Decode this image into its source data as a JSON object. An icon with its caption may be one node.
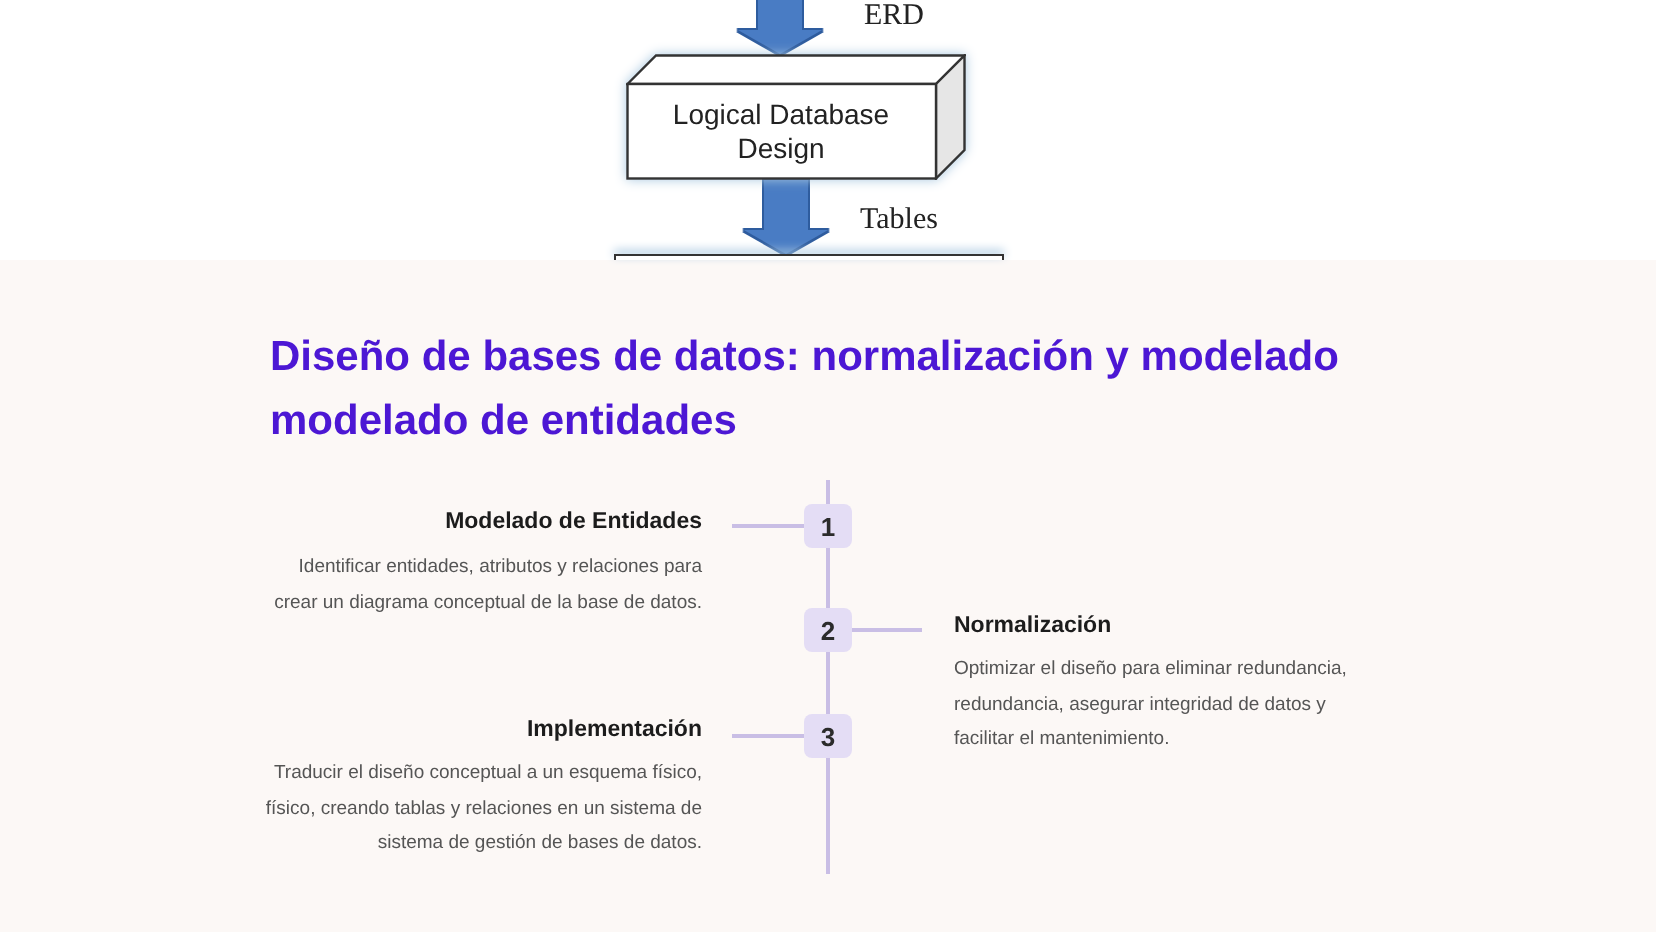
{
  "diagram": {
    "title": "Diseño de bases de datos: normalización y modelado modelado de entidades",
    "nodes": [
      {
        "text": [
          "Logical Database Design"
        ]
      },
      {
        "text": [],
        "shape": "box"
      },
      {
        "text": [
          "Modelado de Entidades",
          "Identificar entidades, atributos y relaciones para crear un diagrama conceptual de la base de datos."
        ]
      },
      {
        "text": [
          "1"
        ]
      },
      {
        "text": [
          "2"
        ]
      },
      {
        "text": [
          "Normalización",
          "Optimizar el diseño para eliminar redundancia, redundancia, asegurar integridad de datos y facilitar el mantenimiento."
        ]
      },
      {
        "text": [
          "Implementación",
          "Traducir el diseño conceptual a un esquema físico, físico, creando tablas y relaciones en un sistema de sistema de gestión de bases de datos."
        ]
      },
      {
        "text": [
          "3"
        ]
      }
    ],
    "edges": [
      {
        "from": null,
        "to": 0,
        "arrow": "to",
        "label": "ERD",
        "style": "thick",
        "color": "#4a7cc4"
      },
      {
        "from": 0,
        "to": 1,
        "arrow": "to",
        "label": "Tables",
        "style": "thick",
        "color": "#4a7cc4"
      },
      {
        "from": null,
        "to": 3,
        "arrow": "none"
      },
      {
        "from": 3,
        "to": 4,
        "arrow": "none"
      },
      {
        "from": 4,
        "to": 7,
        "arrow": "none"
      },
      {
        "from": 7,
        "to": null,
        "arrow": "none"
      },
      {
        "from": 3,
        "to": 2,
        "arrow": "none"
      },
      {
        "from": 4,
        "to": 5,
        "arrow": "none"
      },
      {
        "from": 7,
        "to": 6,
        "arrow": "none"
      }
    ]
  }
}
